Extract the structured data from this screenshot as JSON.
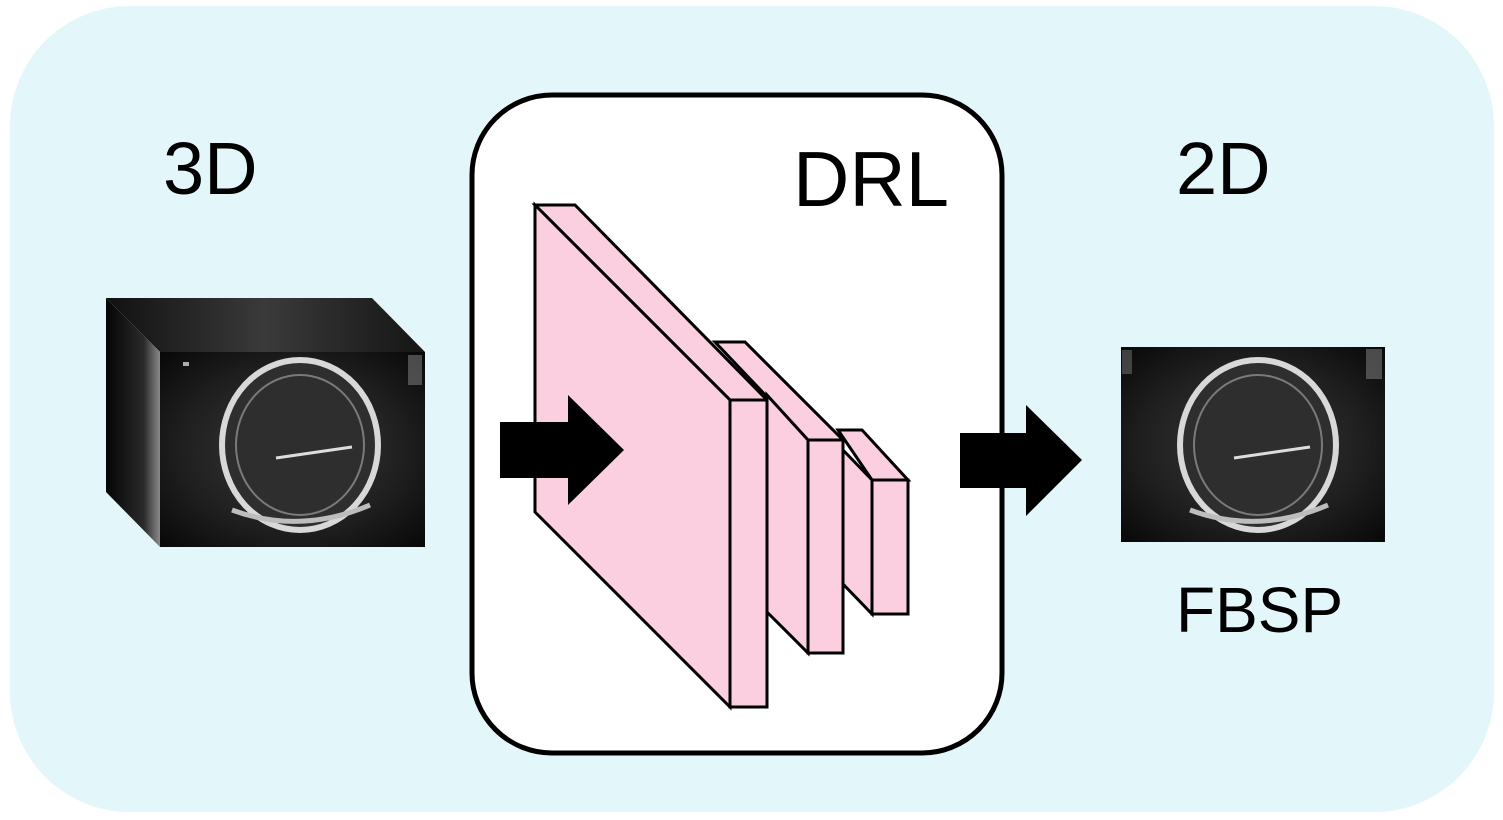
{
  "labels": {
    "input": "3D",
    "model": "DRL",
    "output_dim": "2D",
    "output_name": "FBSP"
  },
  "colors": {
    "background_panel": "#e3f6fa",
    "model_box": "#ffffff",
    "layer_fill": "#fccfe0",
    "stroke": "#000000"
  },
  "icons": {
    "input": "ultrasound-volume-cube-icon",
    "output": "ultrasound-plane-image-icon",
    "arrows": "arrow-right-icon"
  }
}
